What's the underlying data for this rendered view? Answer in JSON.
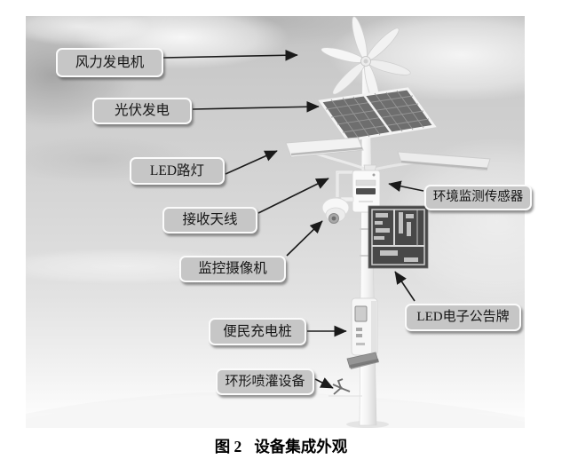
{
  "figure": {
    "caption_prefix": "图 2",
    "caption_title": "设备集成外观"
  },
  "labels": [
    {
      "name": "wind-turbine",
      "text": "风力发电机"
    },
    {
      "name": "pv-generation",
      "text": "光伏发电"
    },
    {
      "name": "led-streetlight",
      "text": "LED路灯"
    },
    {
      "name": "receiving-antenna",
      "text": "接收天线"
    },
    {
      "name": "surveillance-camera",
      "text": "监控摄像机"
    },
    {
      "name": "env-monitoring-sensor",
      "text": "环境监测传感器"
    },
    {
      "name": "led-bulletin-board",
      "text": "LED电子公告牌"
    },
    {
      "name": "public-charging-pile",
      "text": "便民充电桩"
    },
    {
      "name": "ring-sprinkler",
      "text": "环形喷灌设备"
    }
  ],
  "colors": {
    "sky_top": "#c3c3c3",
    "sky_bottom": "#ffffff",
    "label_fill": "#c6c6c6",
    "label_border": "#fbfbfb",
    "arrow": "#1a1a1a",
    "solar_panel": "#6e6e6e",
    "led_board": "#484848",
    "caption_color": "#000000"
  }
}
